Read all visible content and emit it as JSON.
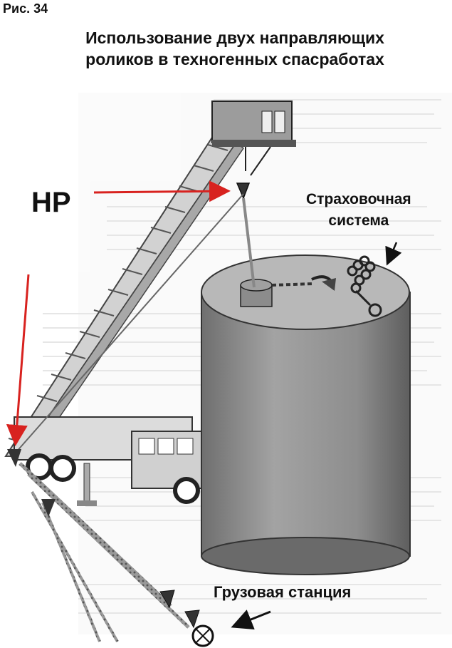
{
  "figure": {
    "number_label": "Рис. 34",
    "title_line1": "Использование двух направляющих",
    "title_line2": "роликов в техногенных спасработах"
  },
  "callouts": {
    "hp": "НР",
    "safety_line1": "Страховочная",
    "safety_line2": "система",
    "cargo_station": "Грузовая станция"
  },
  "colors": {
    "arrow_accent": "#d8221f",
    "callout_arrow": "#111111",
    "tank_fill": "#8e8e8e",
    "crane_fill": "#c9c9c9"
  }
}
